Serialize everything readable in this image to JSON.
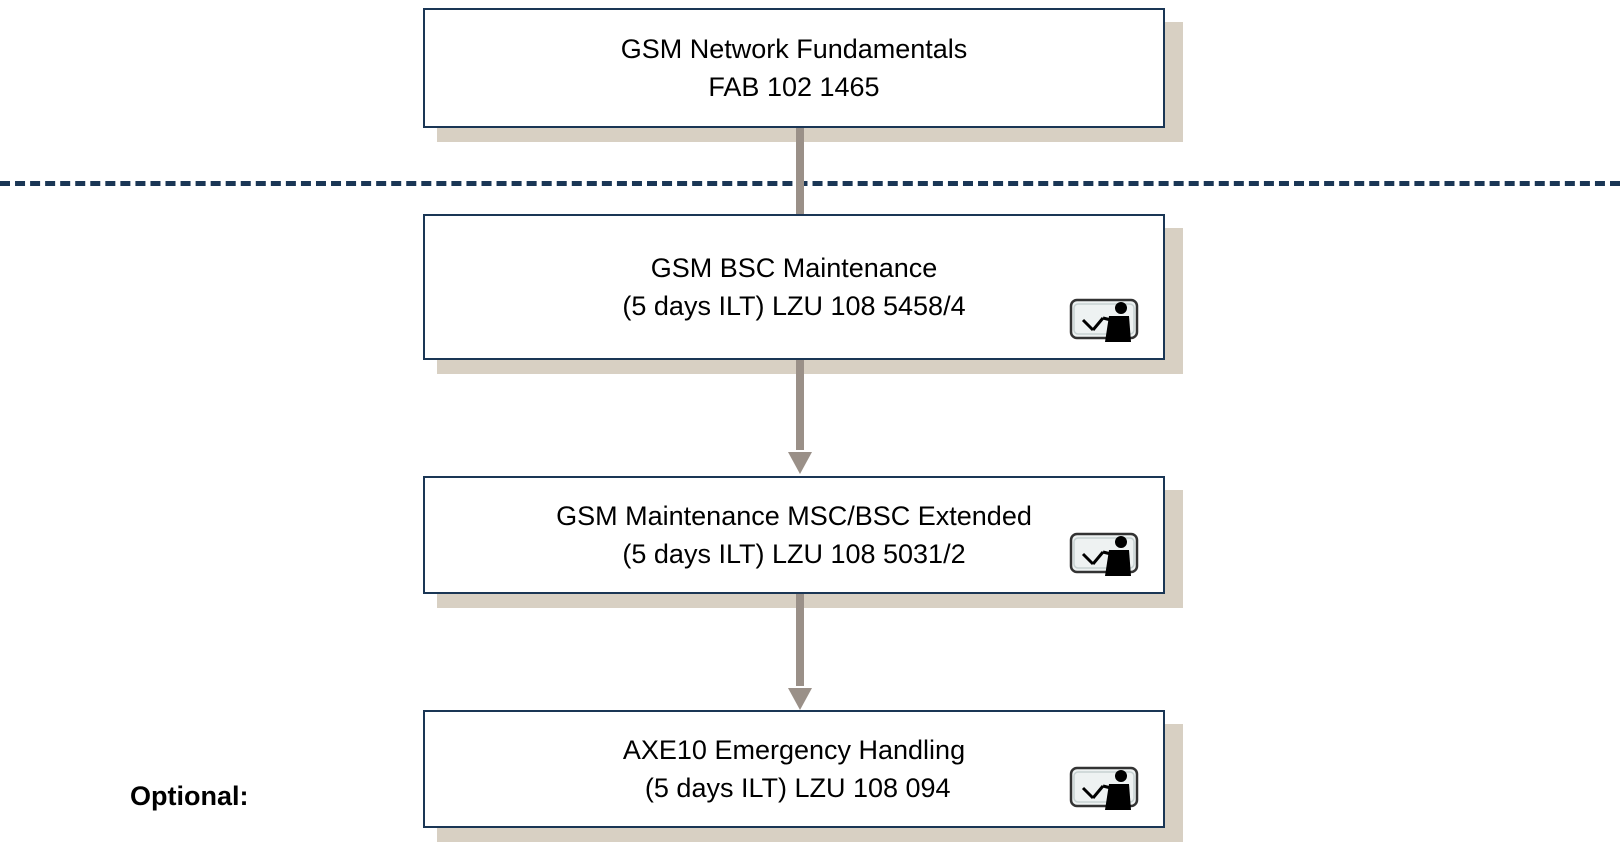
{
  "diagram": {
    "courses": [
      {
        "title": "GSM Network Fundamentals",
        "subtitle": "FAB 102 1465",
        "ilt_icon": false
      },
      {
        "title": "GSM BSC Maintenance",
        "subtitle": "(5 days ILT) LZU 108 5458/4",
        "ilt_icon": true
      },
      {
        "title": "GSM Maintenance MSC/BSC Extended",
        "subtitle": "(5 days ILT) LZU 108 5031/2",
        "ilt_icon": true
      },
      {
        "title": "AXE10 Emergency Handling",
        "subtitle": " (5 days ILT) LZU 108 094",
        "ilt_icon": true
      }
    ],
    "optional_label": "Optional:",
    "colors": {
      "box_border": "#1a3655",
      "shadow": "#d8d0c3",
      "connector": "#9a9088",
      "divider": "#1a3655"
    },
    "icons": {
      "ilt": "instructor-board-icon"
    }
  }
}
